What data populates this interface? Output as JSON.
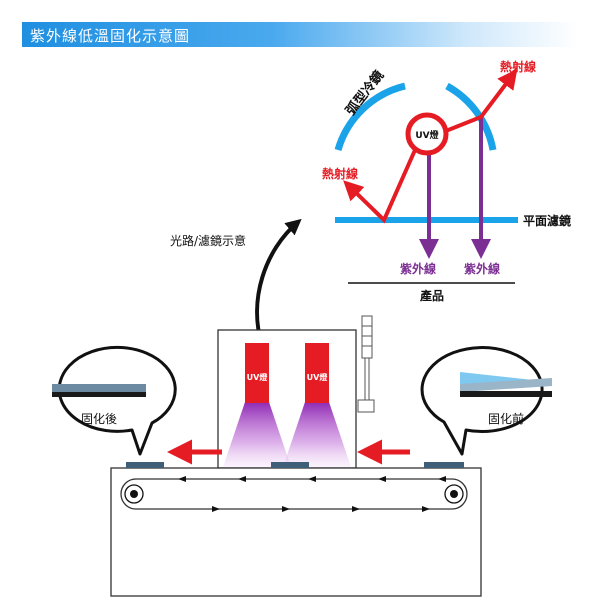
{
  "title": "紫外線低溫固化示意圖",
  "labels": {
    "curved_reflector": "弧型冷鏡",
    "uv_lamp": "UV燈",
    "heat_ray_top": "熱射線",
    "heat_ray_left": "熱射線",
    "flat_filter": "平面濾鏡",
    "uv_ray_left": "紫外線",
    "uv_ray_right": "紫外線",
    "product": "產品",
    "optical_path": "光路/濾鏡示意",
    "lamp_left": "UV燈",
    "lamp_right": "UV燈",
    "after_cure": "固化後",
    "before_cure": "固化前"
  },
  "colors": {
    "title_bar": "#1f8fe0",
    "reflector": "#1aa3e8",
    "heat": "#e51c23",
    "uv": "#7b2f93",
    "filter": "#1aa3e8",
    "lamp": "#e51c23",
    "glow": "#b23ad0"
  }
}
